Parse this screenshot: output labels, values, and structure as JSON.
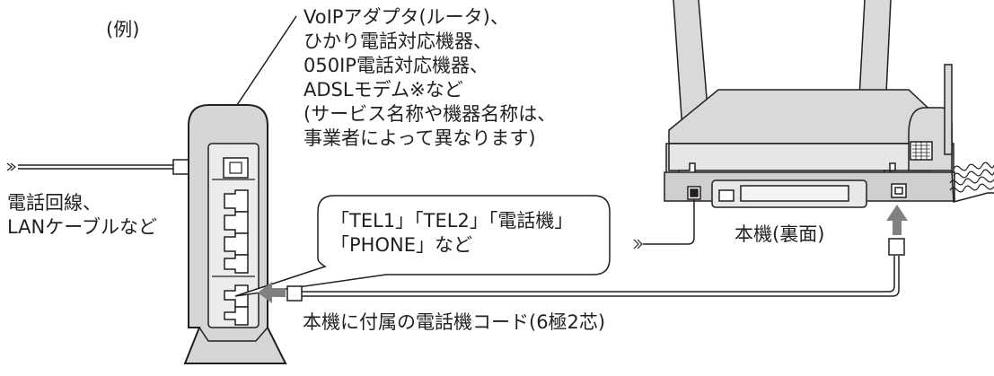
{
  "example_label": "(例)",
  "router_description": [
    "VoIPアダプタ(ルータ)、",
    "ひかり電話対応機器、",
    "050IP電話対応機器、",
    "ADSLモデム※など",
    "(サービス名称や機器名称は、",
    "事業者によって異なります)"
  ],
  "line_label": [
    "電話回線、",
    "LANケーブルなど"
  ],
  "callout_text": [
    "「TEL1」「TEL2」「電話機」",
    "「PHONE」など"
  ],
  "cord_label": "本機に付属の電話機コード(6極2芯)",
  "base_unit_label": "本機(裏面)",
  "colors": {
    "line": "#231f20",
    "router_body": "#d6d6d6",
    "router_panel": "#ececec",
    "arrow": "#808080",
    "device_body": "#d9d9d9",
    "device_dark": "#b3b3b3"
  }
}
